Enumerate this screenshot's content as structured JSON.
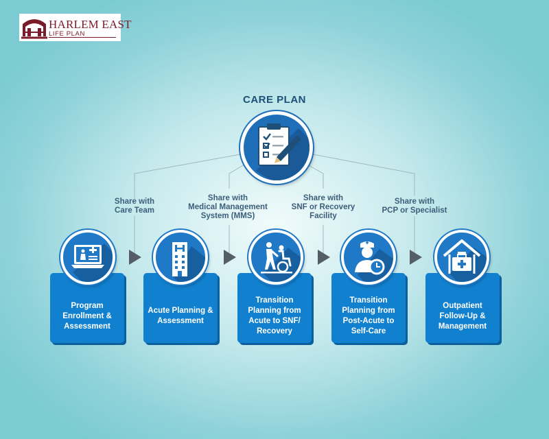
{
  "logo": {
    "line1": "HARLEM EAST",
    "line2": "LIFE PLAN",
    "color": "#7a1a2a"
  },
  "title": "CARE PLAN",
  "shares": [
    {
      "text": "Share with\nCare Team"
    },
    {
      "text": "Share with\nMedical Management\nSystem (MMS)"
    },
    {
      "text": "Share with\nSNF or Recovery\nFacility"
    },
    {
      "text": "Share with\nPCP or Specialist"
    }
  ],
  "steps": [
    {
      "label": "Program Enrollment & Assessment",
      "icon": "laptop-medical-record-icon"
    },
    {
      "label": "Acute Planning & Assessment",
      "icon": "hospital-building-icon"
    },
    {
      "label": "Transition Planning from Acute to SNF/ Recovery",
      "icon": "wheelchair-walker-icon"
    },
    {
      "label": "Transition Planning from Post-Acute to Self-Care",
      "icon": "nurse-clock-icon"
    },
    {
      "label": "Outpatient Follow-Up & Management",
      "icon": "home-medical-kit-icon"
    }
  ],
  "colors": {
    "box": "#1181cf",
    "circle": "#1f79c6",
    "title": "#1d4f78",
    "arrow": "#555e66"
  }
}
